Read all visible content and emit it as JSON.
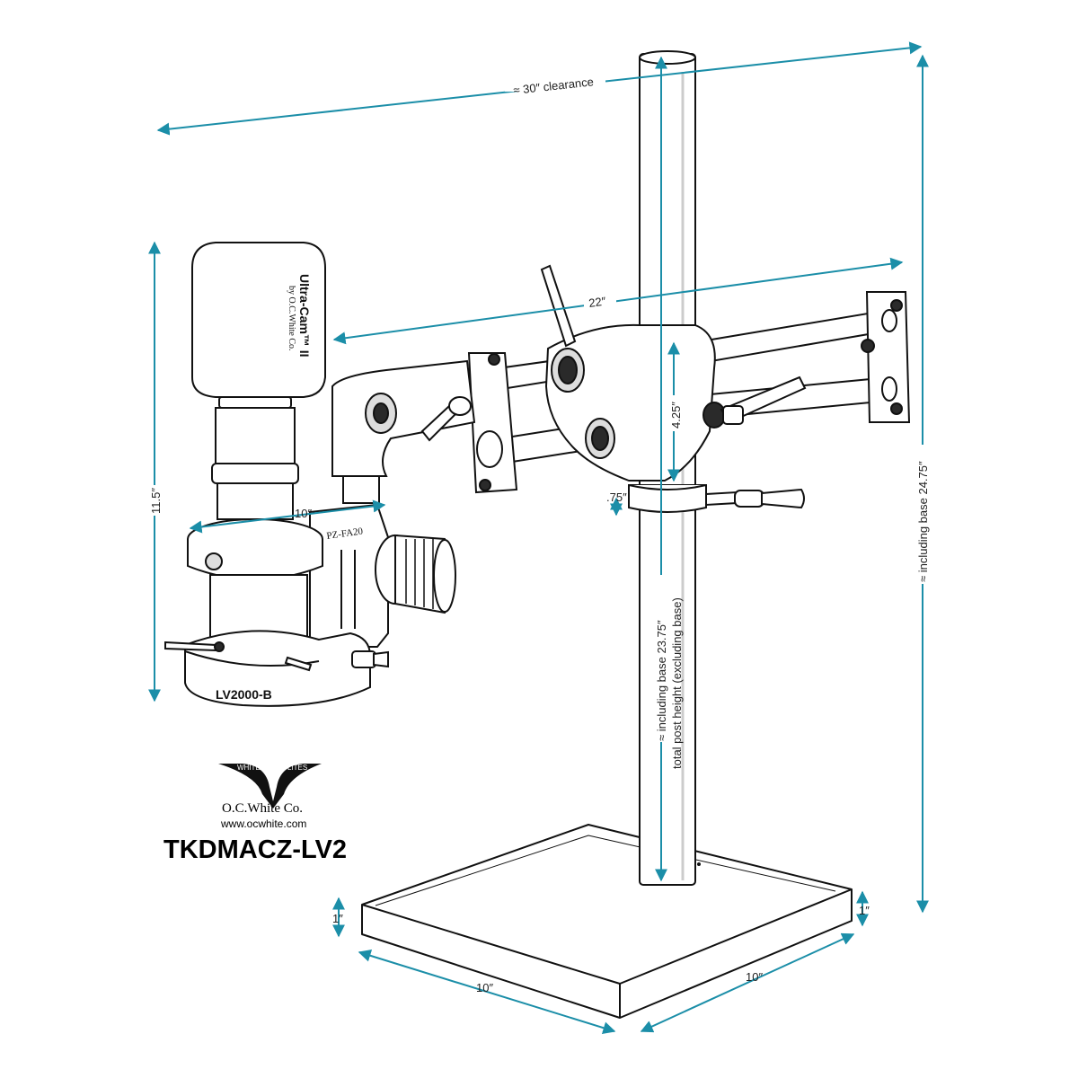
{
  "colors": {
    "dimension": "#1b8ea8",
    "outline": "#111111",
    "fill": "#ffffff",
    "shade": "#e6e6e6",
    "dark": "#2a2a2a"
  },
  "dimensions": {
    "clearance": "≈ 30″ clearance",
    "arm_length": "22″",
    "post_gap": "4.25″",
    "collar": ".75″",
    "scope_width": "10″",
    "scope_height": "11.5″",
    "height_including_base": "≈ including base  24.75″",
    "post_including_base": "≈ including base  23.75″",
    "post_total": "total post height (excluding base)",
    "base_thickness_left": "1″",
    "base_thickness_right": "1″",
    "base_depth": "10″",
    "base_width": "10″"
  },
  "parts": {
    "camera_brand": "Ultra-Cam™ II",
    "camera_sub": "by O.C.White Co.",
    "focus_mount": "PZ-FA20",
    "ring_light": "LV2000-B"
  },
  "brand": {
    "logo_left": "WHITE",
    "logo_right": "LITES",
    "company": "O.C.White Co.",
    "url": "www.ocwhite.com",
    "model": "TKDMACZ-LV2"
  }
}
